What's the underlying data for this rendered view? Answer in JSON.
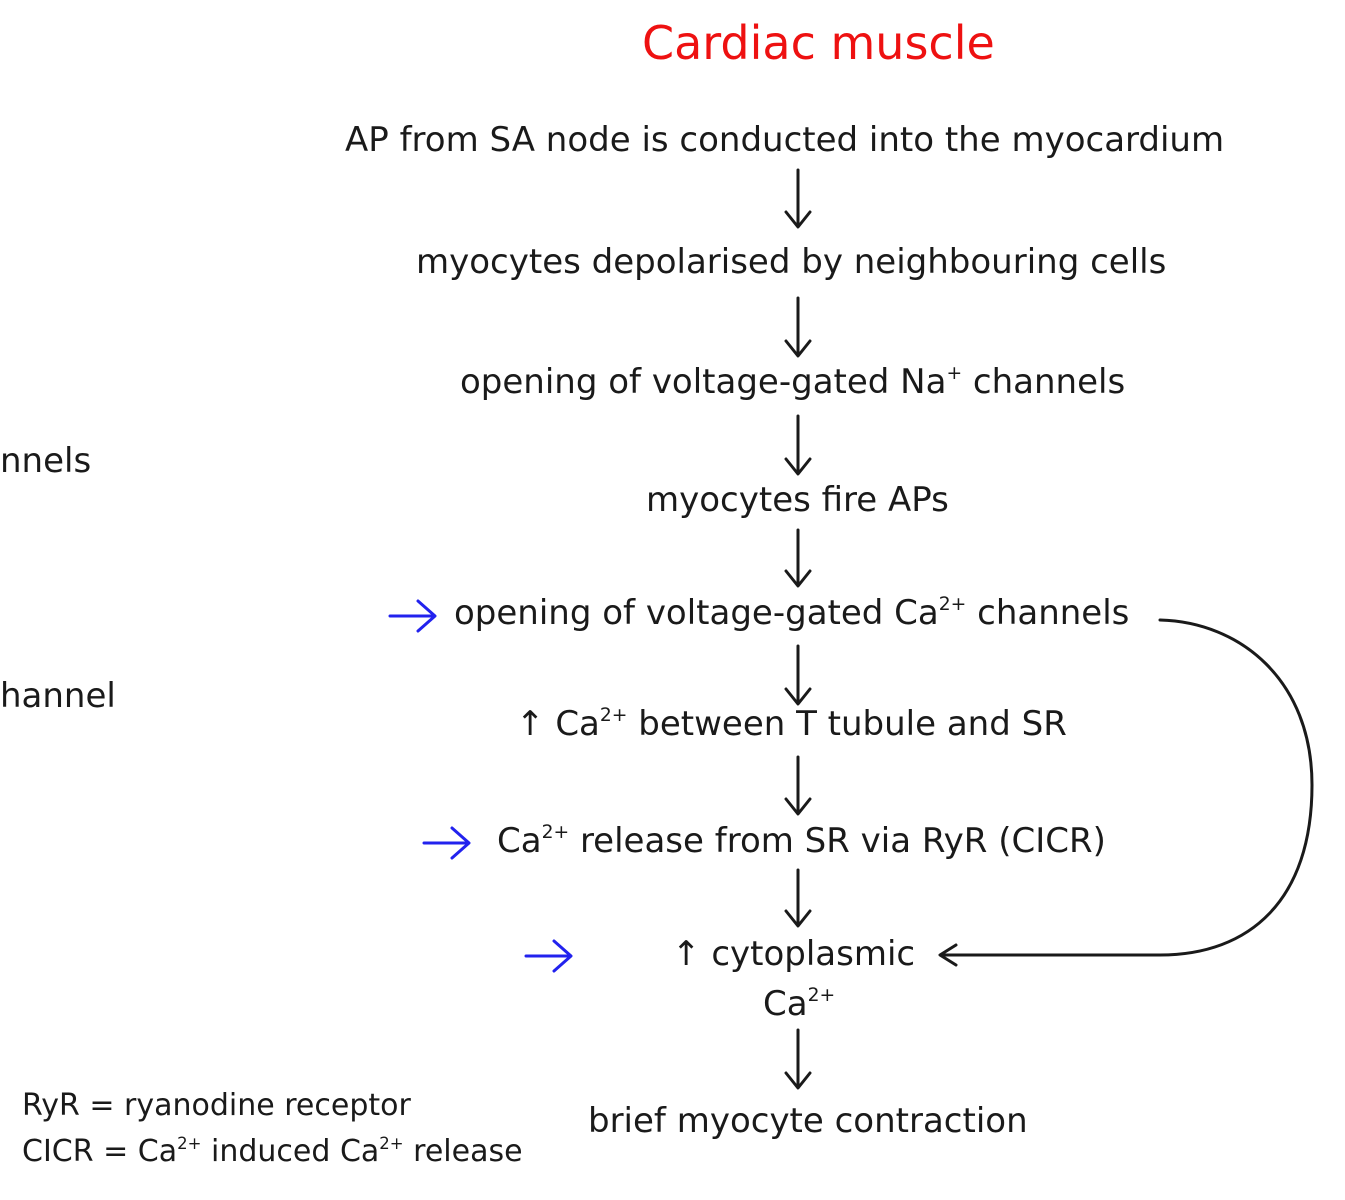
{
  "title": "Cardiac muscle",
  "steps": [
    {
      "id": "ap_conducted",
      "text": "AP from SA node is conducted into the myocardium"
    },
    {
      "id": "depolarised",
      "text": "myocytes depolarised by neighbouring cells"
    },
    {
      "id": "na_channels",
      "pre": "opening of voltage-gated Na",
      "sup": "+",
      "post": " channels"
    },
    {
      "id": "fire_aps",
      "text": "myocytes fire APs"
    },
    {
      "id": "ca_channels",
      "pre": "opening of voltage-gated Ca",
      "sup": "2+",
      "post": " channels"
    },
    {
      "id": "ca_between",
      "arrow": "↑",
      "pre": "Ca",
      "sup": "2+",
      "post": " between T tubule and SR"
    },
    {
      "id": "ca_release",
      "pre": "Ca",
      "sup": "2+",
      "post": " release from SR via RyR (CICR)"
    },
    {
      "id": "cyto_ca",
      "arrow": "↑",
      "line1": "cytoplasmic",
      "line2_pre": "Ca",
      "line2_sup": "2+"
    },
    {
      "id": "contraction",
      "text": "brief myocyte contraction"
    }
  ],
  "side_fragments": [
    "nnels",
    "hannel"
  ],
  "legend": {
    "ryr": "RyR = ryanodine receptor",
    "cicr_a": "CICR = Ca",
    "cicr_sup1": "2+",
    "cicr_b": " induced Ca",
    "cicr_sup2": "2+",
    "cicr_c": " release"
  },
  "colors": {
    "title": "#ee1111",
    "highlight_arrow": "#2222ee",
    "text": "#1a1a1a"
  }
}
